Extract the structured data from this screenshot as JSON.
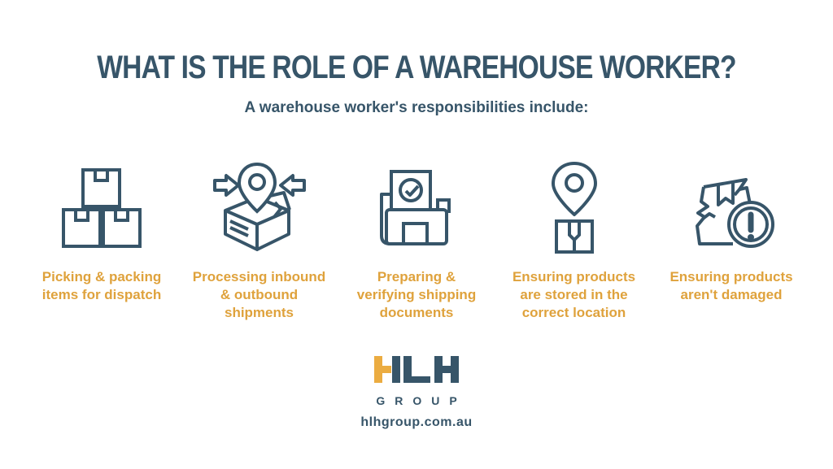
{
  "colors": {
    "dark": "#375569",
    "caption_gold": "#DFA23C",
    "logo_gold": "#EBAC41",
    "background": "#FFFFFF"
  },
  "header": {
    "title": "WHAT IS THE ROLE OF A WAREHOUSE WORKER?",
    "subtitle": "A warehouse worker's responsibilities include:"
  },
  "responsibilities": [
    {
      "icon": "stacked-boxes-icon",
      "label": "Picking & packing\nitems for dispatch"
    },
    {
      "icon": "inbound-outbound-shipments-icon",
      "label": "Processing inbound\n& outbound\nshipments"
    },
    {
      "icon": "shipping-documents-icon",
      "label": "Preparing &\nverifying shipping\ndocuments"
    },
    {
      "icon": "storage-location-icon",
      "label": "Ensuring products\nare stored in the\ncorrect location"
    },
    {
      "icon": "damaged-box-icon",
      "label": "Ensuring products\naren't damaged"
    }
  ],
  "footer": {
    "logo_text": "HLH",
    "logo_subtext": "GROUP",
    "website": "hlhgroup.com.au"
  }
}
